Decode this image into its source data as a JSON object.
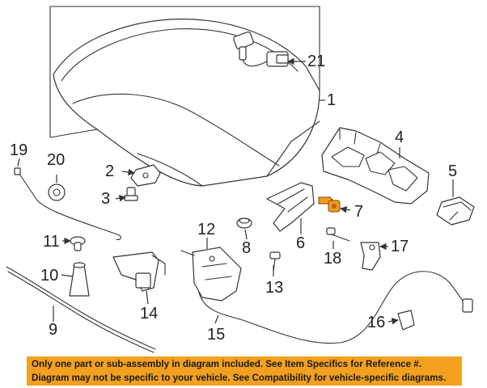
{
  "diagram": {
    "highlight_color": "#f39a1e",
    "callouts": [
      {
        "id": "c1",
        "label": "1"
      },
      {
        "id": "c2",
        "label": "2"
      },
      {
        "id": "c3",
        "label": "3"
      },
      {
        "id": "c4",
        "label": "4"
      },
      {
        "id": "c5",
        "label": "5"
      },
      {
        "id": "c6",
        "label": "6"
      },
      {
        "id": "c7",
        "label": "7"
      },
      {
        "id": "c8",
        "label": "8"
      },
      {
        "id": "c9",
        "label": "9"
      },
      {
        "id": "c10",
        "label": "10"
      },
      {
        "id": "c11",
        "label": "11"
      },
      {
        "id": "c12",
        "label": "12"
      },
      {
        "id": "c13",
        "label": "13"
      },
      {
        "id": "c14",
        "label": "14"
      },
      {
        "id": "c15",
        "label": "15"
      },
      {
        "id": "c16",
        "label": "16"
      },
      {
        "id": "c17",
        "label": "17"
      },
      {
        "id": "c18",
        "label": "18"
      },
      {
        "id": "c19",
        "label": "19"
      },
      {
        "id": "c20",
        "label": "20"
      },
      {
        "id": "c21",
        "label": "21"
      }
    ]
  },
  "notice": {
    "color": "#f2a020",
    "line1": "Only one part or sub-assembly in diagram included. See Item Specifics for Reference #.",
    "line2": "Diagram may not be specific to your vehicle. See Compatibility for vehicle-specific diagrams."
  }
}
